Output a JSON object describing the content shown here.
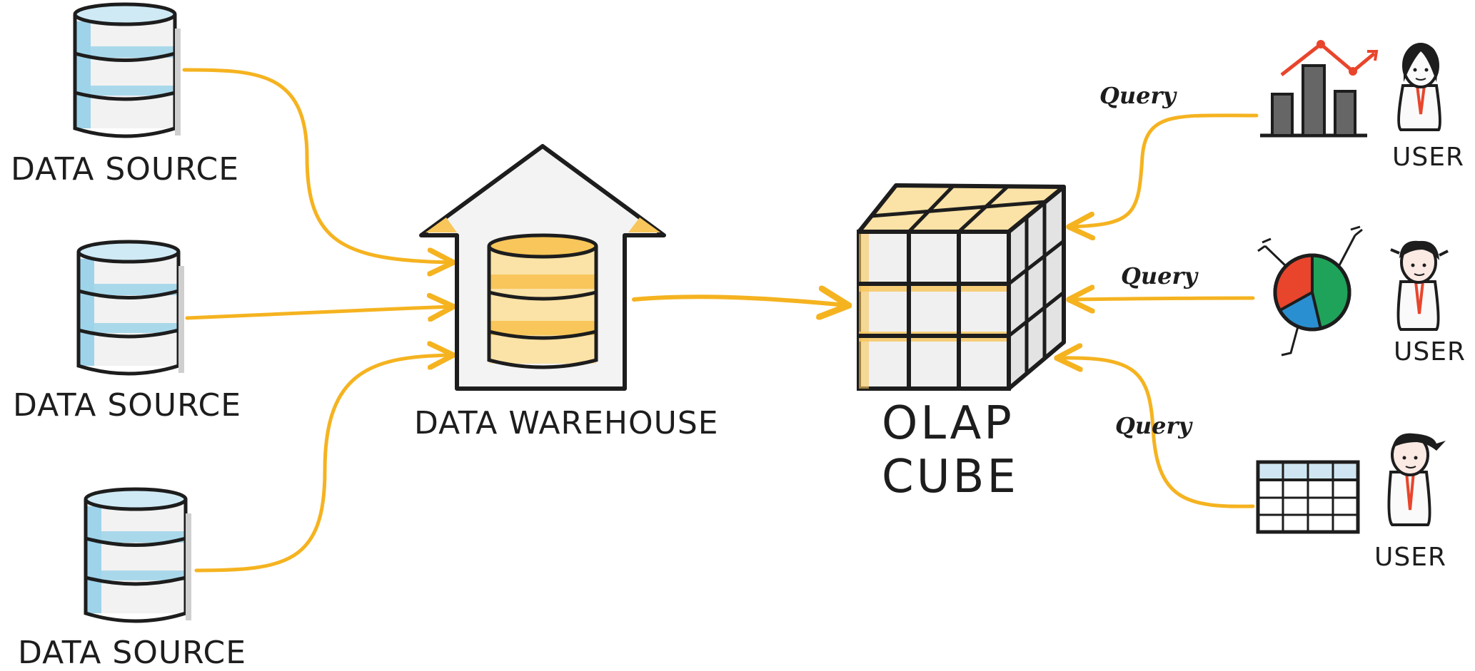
{
  "sources": [
    {
      "label": "DATA SOURCE"
    },
    {
      "label": "DATA SOURCE"
    },
    {
      "label": "DATA SOURCE"
    }
  ],
  "warehouse": {
    "label": "DATA WAREHOUSE"
  },
  "cube": {
    "line1": "OLAP",
    "line2": "CUBE"
  },
  "users": [
    {
      "label": "USER",
      "query": "Query",
      "tool": "bar-chart-icon"
    },
    {
      "label": "USER",
      "query": "Query",
      "tool": "pie-chart-icon"
    },
    {
      "label": "USER",
      "query": "Query",
      "tool": "table-icon"
    }
  ],
  "colors": {
    "arrow": "#f5b320",
    "db_fill": "#9ed3ea",
    "warehouse_fill": "#f8c65a",
    "ink": "#1d1d1d",
    "accent_red": "#e8452c",
    "pie_green": "#1fa35a",
    "pie_blue": "#2a8fd0"
  }
}
